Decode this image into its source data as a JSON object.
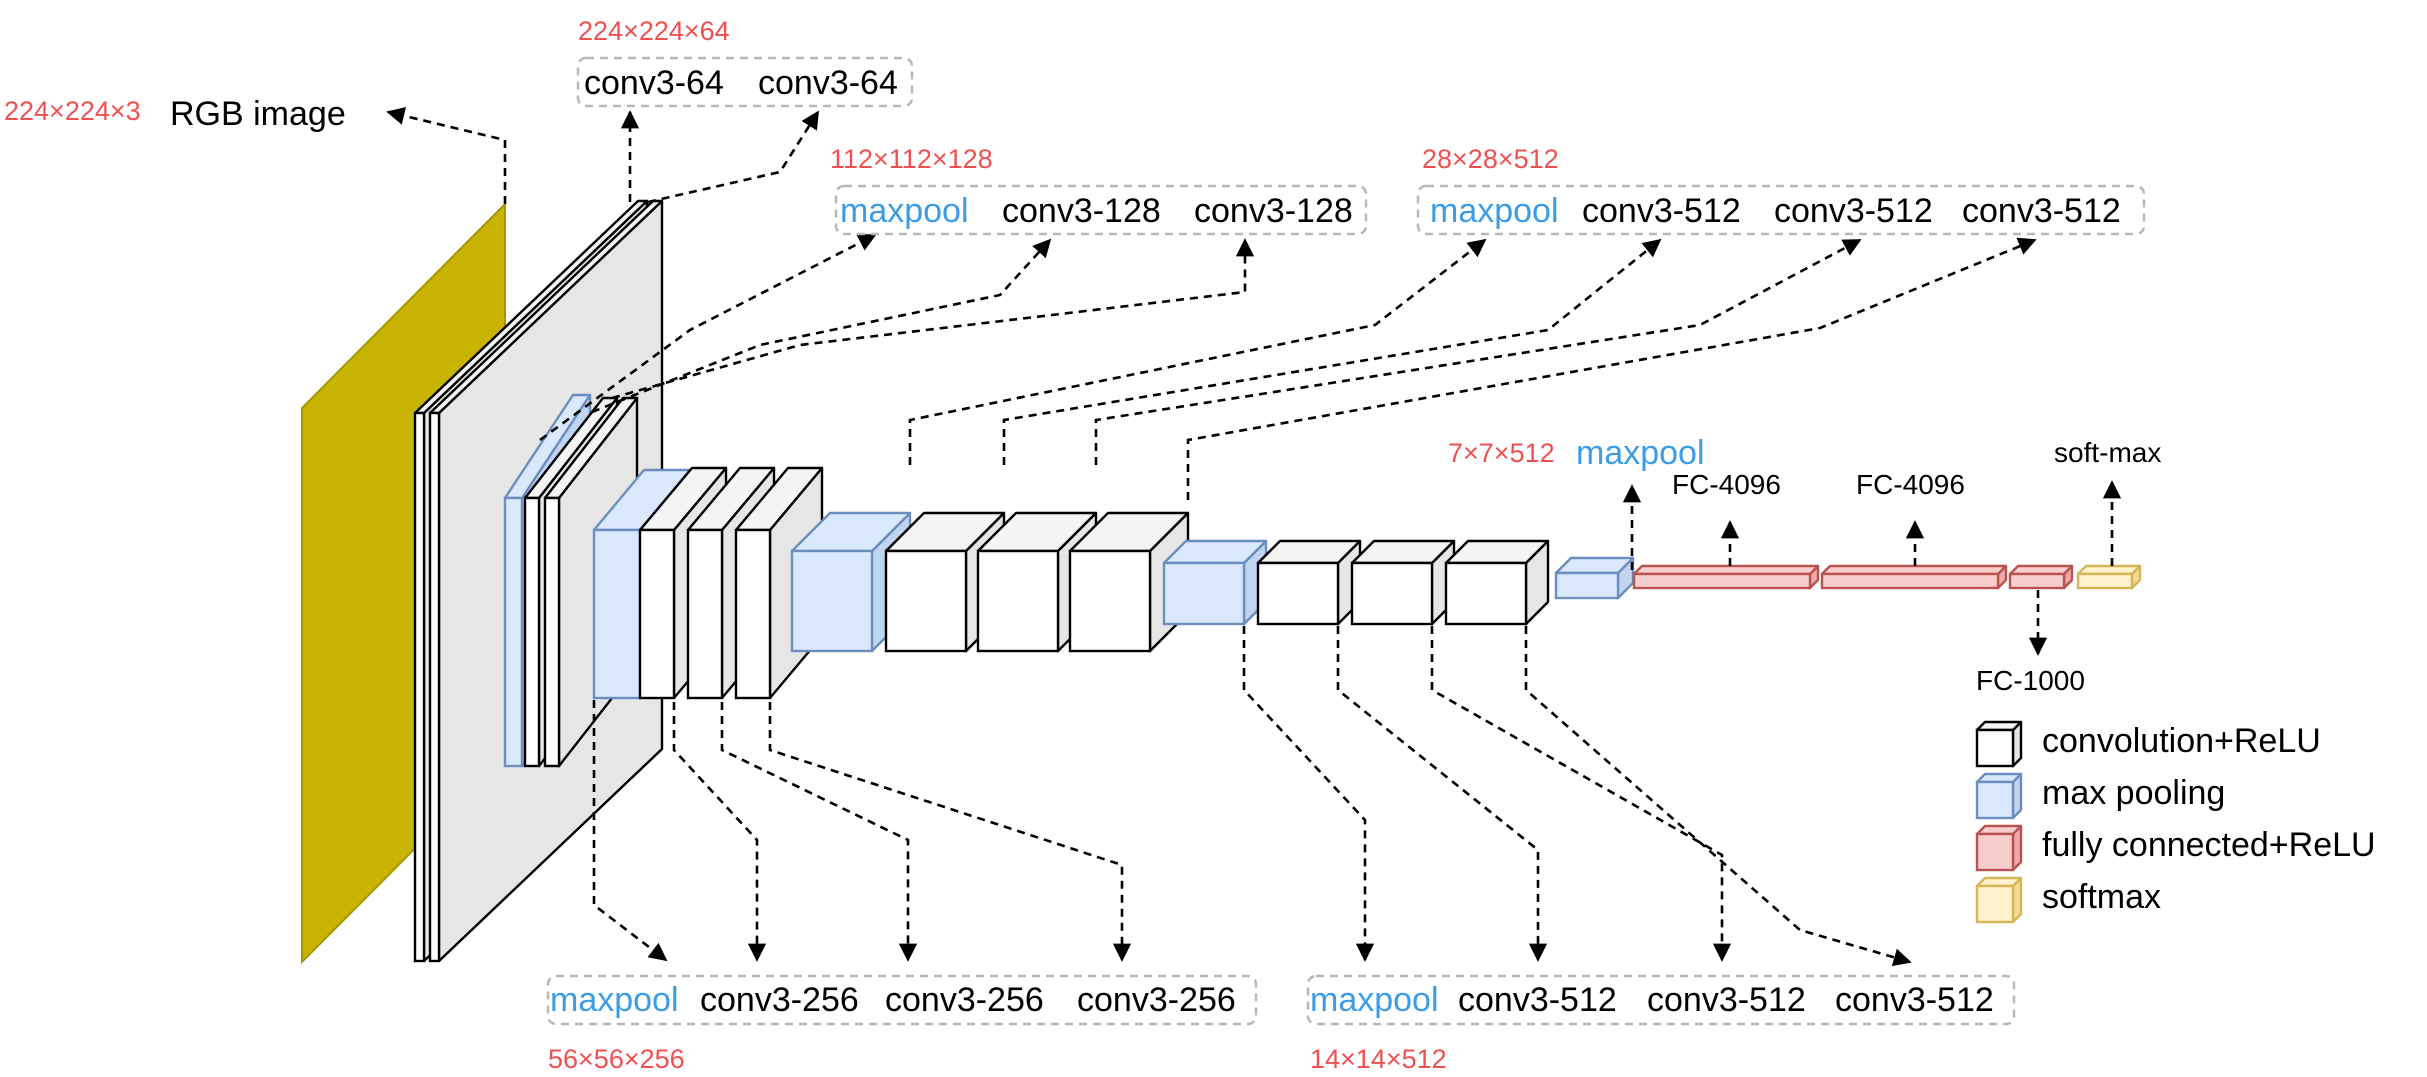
{
  "input": {
    "dims": "224×224×3",
    "label": "RGB image",
    "color": "#c8b400"
  },
  "groups": [
    {
      "id": "block1",
      "dims": "224×224×64",
      "items": [
        {
          "text": "conv3-64",
          "kind": "conv"
        },
        {
          "text": "conv3-64",
          "kind": "conv"
        }
      ]
    },
    {
      "id": "block2",
      "dims": "112×112×128",
      "items": [
        {
          "text": "maxpool",
          "kind": "pool"
        },
        {
          "text": "conv3-128",
          "kind": "conv"
        },
        {
          "text": "conv3-128",
          "kind": "conv"
        }
      ]
    },
    {
      "id": "block3",
      "dims": "56×56×256",
      "items": [
        {
          "text": "maxpool",
          "kind": "pool"
        },
        {
          "text": "conv3-256",
          "kind": "conv"
        },
        {
          "text": "conv3-256",
          "kind": "conv"
        },
        {
          "text": "conv3-256",
          "kind": "conv"
        }
      ]
    },
    {
      "id": "block4",
      "dims": "28×28×512",
      "items": [
        {
          "text": "maxpool",
          "kind": "pool"
        },
        {
          "text": "conv3-512",
          "kind": "conv"
        },
        {
          "text": "conv3-512",
          "kind": "conv"
        },
        {
          "text": "conv3-512",
          "kind": "conv"
        }
      ]
    },
    {
      "id": "block5",
      "dims": "14×14×512",
      "items": [
        {
          "text": "maxpool",
          "kind": "pool"
        },
        {
          "text": "conv3-512",
          "kind": "conv"
        },
        {
          "text": "conv3-512",
          "kind": "conv"
        },
        {
          "text": "conv3-512",
          "kind": "conv"
        }
      ]
    }
  ],
  "final_pool": {
    "dims": "7×7×512",
    "label": "maxpool"
  },
  "fc_labels": {
    "fc1": "FC-4096",
    "fc2": "FC-4096",
    "fc3": "FC-1000",
    "softmax": "soft-max"
  },
  "legend": [
    {
      "label": "convolution+ReLU",
      "kind": "conv"
    },
    {
      "label": "max pooling",
      "kind": "pool"
    },
    {
      "label": "fully connected+ReLU",
      "kind": "fc"
    },
    {
      "label": "softmax",
      "kind": "softmax"
    }
  ],
  "colors": {
    "conv_face": "#ffffff",
    "conv_side": "#e6e6e6",
    "conv_stroke": "#000000",
    "pool_face": "#dae8fc",
    "pool_side": "#c2d5f0",
    "pool_stroke": "#6c8ebf",
    "fc_face": "#f8cecc",
    "fc_side": "#ecaaa8",
    "fc_stroke": "#b85450",
    "softmax_face": "#fff2cc",
    "softmax_side": "#f4dc95",
    "softmax_stroke": "#d6b656",
    "dims_text": "#f05050",
    "pool_text": "#3c9ce6"
  }
}
